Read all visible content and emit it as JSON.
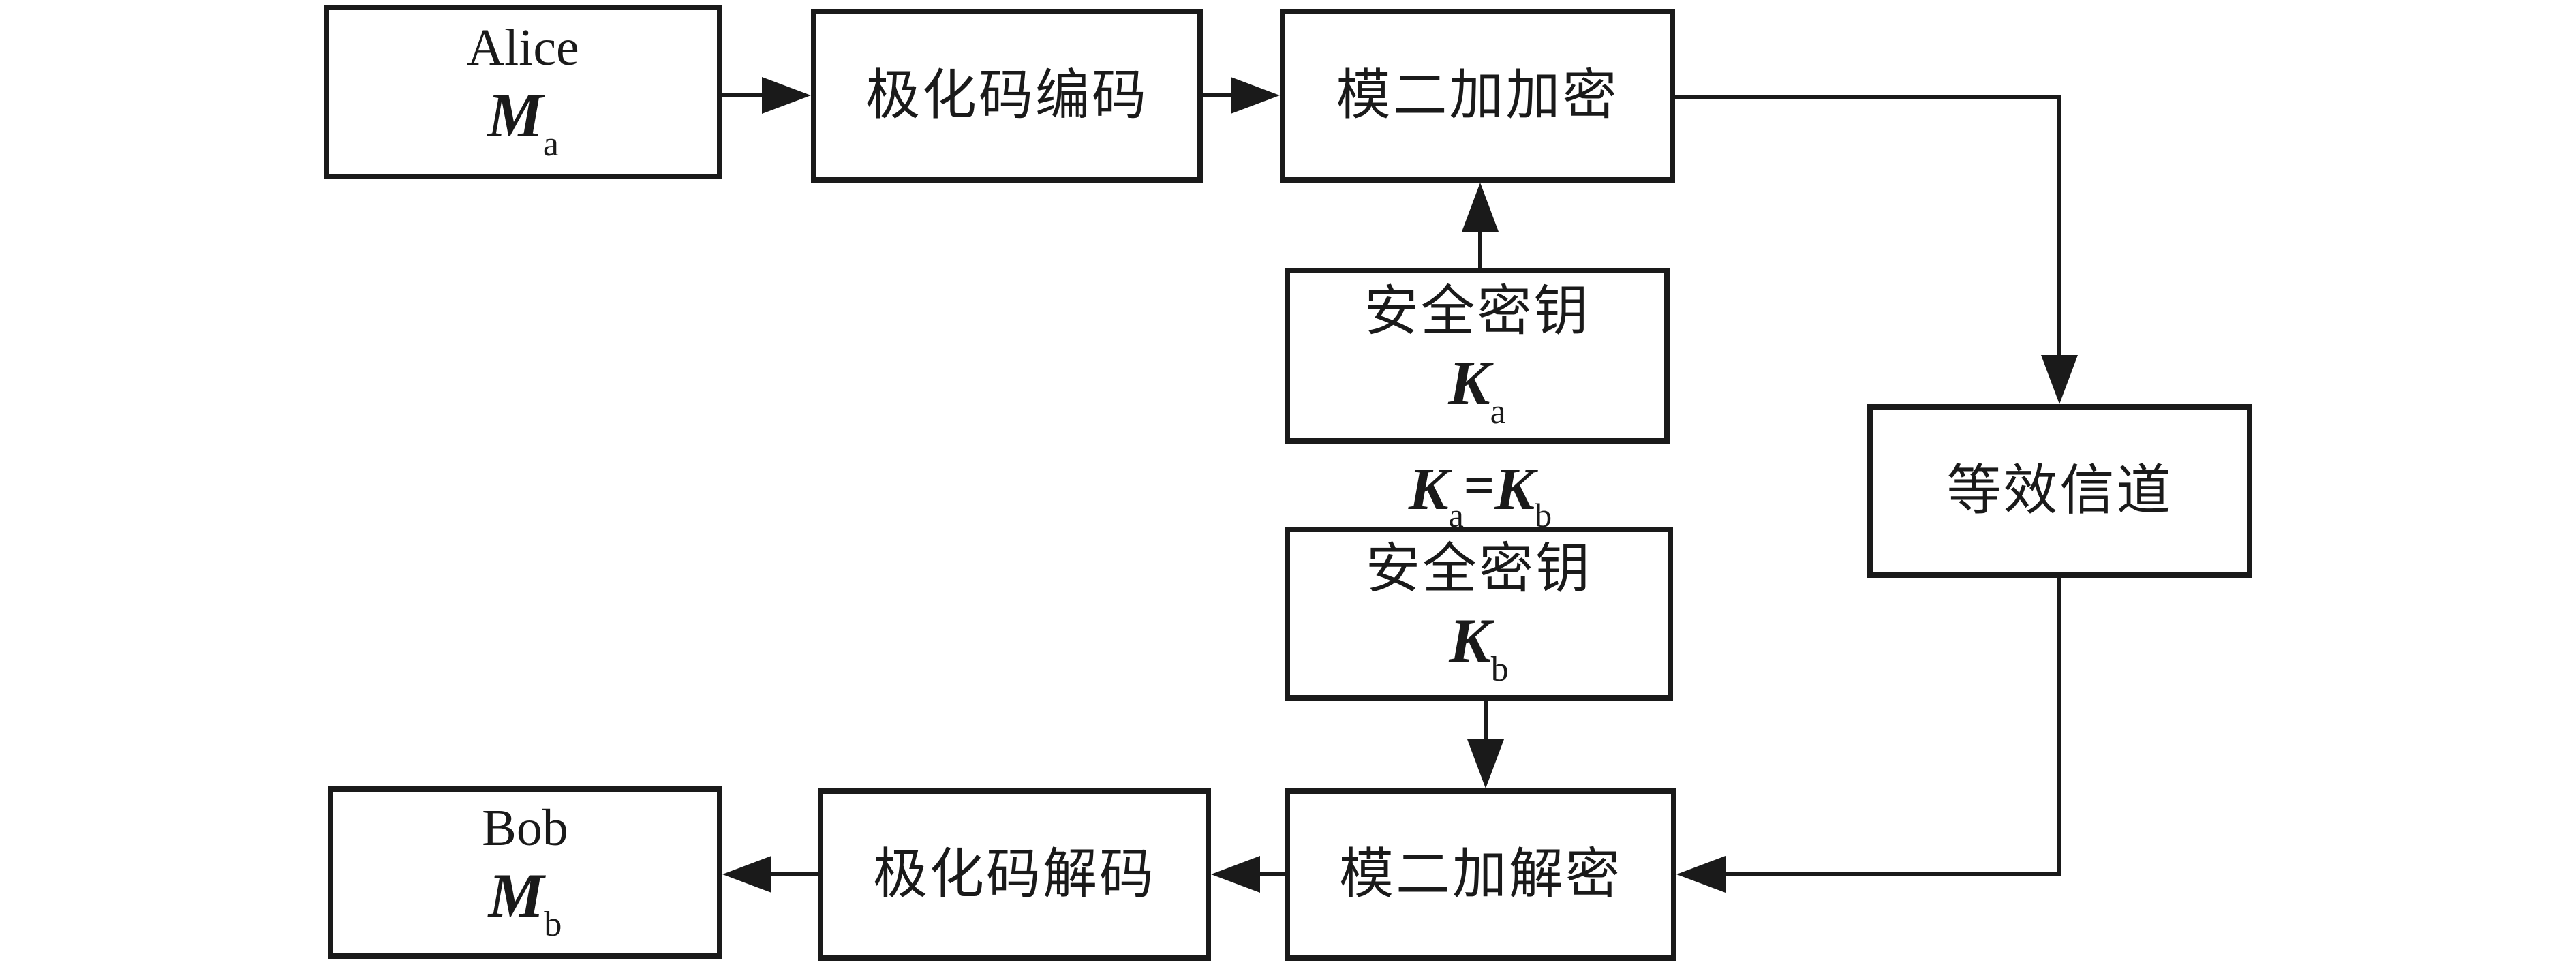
{
  "figure": {
    "background": "#ffffff",
    "ink_color": "#1a1a1a",
    "type": "block-diagram",
    "topic": "secure polar-coded transmission between Alice and Bob",
    "nodes": {
      "alice": {
        "name": "Alice",
        "symbol": "M",
        "subscript": "a"
      },
      "polar_encoder": {
        "label": "极化码编码"
      },
      "mod2_encrypt": {
        "label": "模二加加密"
      },
      "key_a": {
        "label": "安全密钥",
        "symbol": "K",
        "subscript": "a"
      },
      "key_b": {
        "label": "安全密钥",
        "symbol": "K",
        "subscript": "b"
      },
      "equivalent_channel": {
        "label": "等效信道"
      },
      "mod2_decrypt": {
        "label": "模二加解密"
      },
      "polar_decoder": {
        "label": "极化码解码"
      },
      "bob": {
        "name": "Bob",
        "symbol": "M",
        "subscript": "b"
      }
    },
    "annotation": {
      "lhs_symbol": "K",
      "lhs_subscript": "a",
      "equals": "=",
      "rhs_symbol": "K",
      "rhs_subscript": "b"
    }
  }
}
